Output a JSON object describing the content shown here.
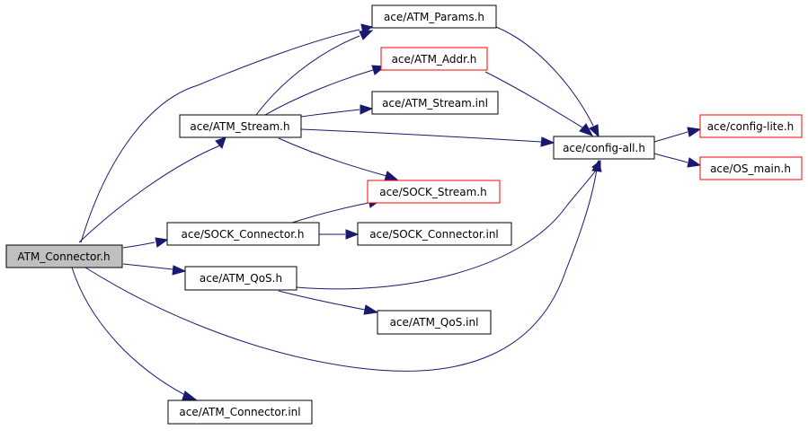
{
  "nodes": {
    "root": {
      "label": "ATM_Connector.h"
    },
    "atm_params_h": {
      "label": "ace/ATM_Params.h"
    },
    "atm_addr_h": {
      "label": "ace/ATM_Addr.h"
    },
    "atm_stream_inl": {
      "label": "ace/ATM_Stream.inl"
    },
    "atm_stream_h": {
      "label": "ace/ATM_Stream.h"
    },
    "config_all_h": {
      "label": "ace/config-all.h"
    },
    "config_lite_h": {
      "label": "ace/config-lite.h"
    },
    "os_main_h": {
      "label": "ace/OS_main.h"
    },
    "sock_stream_h": {
      "label": "ace/SOCK_Stream.h"
    },
    "sock_connector_h": {
      "label": "ace/SOCK_Connector.h"
    },
    "sock_connector_inl": {
      "label": "ace/SOCK_Connector.inl"
    },
    "atm_qos_h": {
      "label": "ace/ATM_QoS.h"
    },
    "atm_qos_inl": {
      "label": "ace/ATM_QoS.inl"
    },
    "atm_connector_inl": {
      "label": "ace/ATM_Connector.inl"
    }
  },
  "colors": {
    "edge": "#191970",
    "root_fill": "#bfbfbf",
    "truncated_border": "#ff0000",
    "normal_border": "#000000"
  },
  "edges": [
    [
      "root",
      "atm_params_h"
    ],
    [
      "root",
      "atm_stream_h"
    ],
    [
      "root",
      "sock_connector_h"
    ],
    [
      "root",
      "atm_qos_h"
    ],
    [
      "root",
      "config_all_h"
    ],
    [
      "root",
      "atm_connector_inl"
    ],
    [
      "atm_stream_h",
      "atm_params_h"
    ],
    [
      "atm_stream_h",
      "atm_addr_h"
    ],
    [
      "atm_stream_h",
      "atm_stream_inl"
    ],
    [
      "atm_stream_h",
      "config_all_h"
    ],
    [
      "atm_stream_h",
      "sock_stream_h"
    ],
    [
      "atm_params_h",
      "config_all_h"
    ],
    [
      "atm_addr_h",
      "config_all_h"
    ],
    [
      "config_all_h",
      "config_lite_h"
    ],
    [
      "config_all_h",
      "os_main_h"
    ],
    [
      "sock_connector_h",
      "sock_stream_h"
    ],
    [
      "sock_connector_h",
      "sock_connector_inl"
    ],
    [
      "atm_qos_h",
      "config_all_h"
    ],
    [
      "atm_qos_h",
      "atm_qos_inl"
    ]
  ]
}
